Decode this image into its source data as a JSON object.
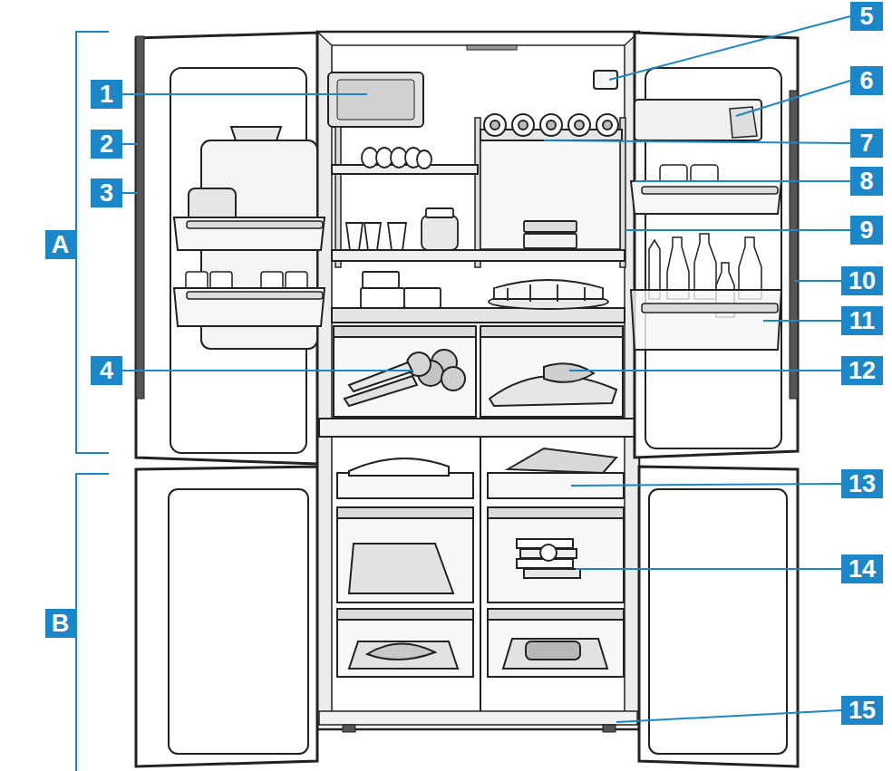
{
  "diagram": {
    "labels": [
      "1",
      "2",
      "3",
      "A",
      "4",
      "5",
      "6",
      "7",
      "8",
      "9",
      "10",
      "11",
      "12",
      "13",
      "14",
      "B",
      "15"
    ]
  }
}
